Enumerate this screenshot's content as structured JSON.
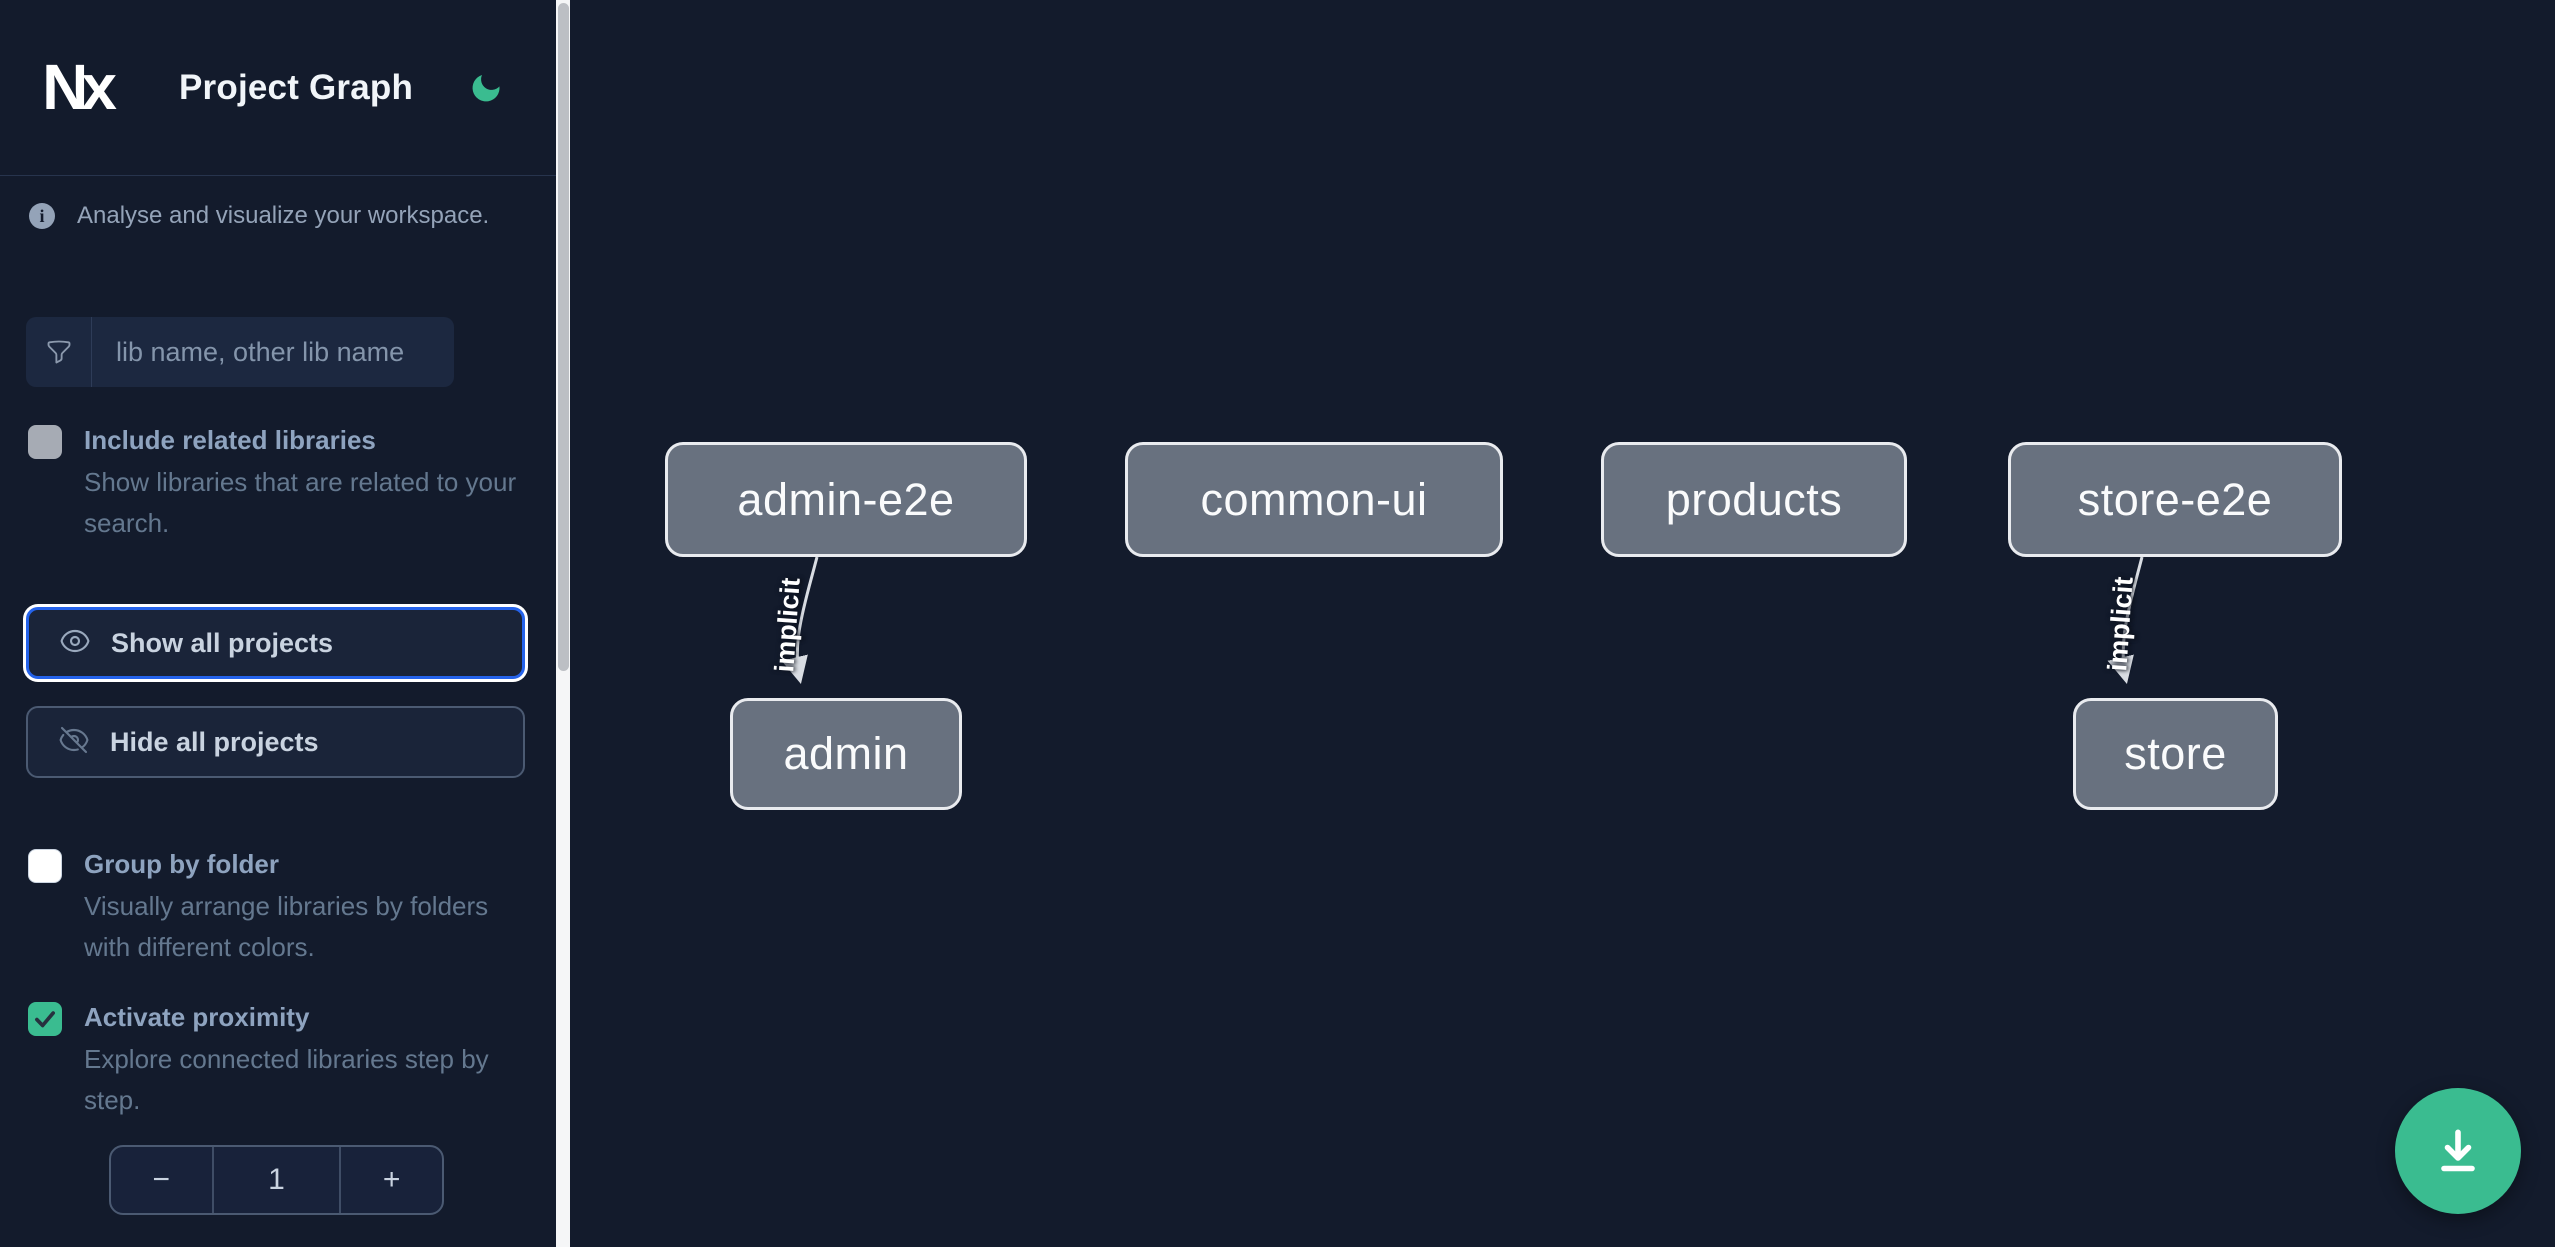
{
  "header": {
    "logo_text": "Nx",
    "title": "Project Graph"
  },
  "sidebar": {
    "subtitle": "Analyse and visualize your workspace.",
    "search": {
      "placeholder": "lib name, other lib name"
    },
    "options": [
      {
        "label": "Include related libraries",
        "description": "Show libraries that are related to your search.",
        "checked": false
      },
      {
        "label": "Group by folder",
        "description": "Visually arrange libraries by folders with different colors.",
        "checked": false
      },
      {
        "label": "Activate proximity",
        "description": "Explore connected libraries step by step.",
        "checked": true
      }
    ],
    "buttons": {
      "show_all": "Show all projects",
      "hide_all": "Hide all projects"
    },
    "stepper": {
      "decrement": "−",
      "value": "1",
      "increment": "+"
    }
  },
  "graph": {
    "nodes": [
      {
        "label": "admin-e2e"
      },
      {
        "label": "common-ui"
      },
      {
        "label": "products"
      },
      {
        "label": "store-e2e"
      },
      {
        "label": "admin"
      },
      {
        "label": "store"
      }
    ],
    "edges": [
      {
        "from": "admin-e2e",
        "to": "admin",
        "label": "implicit"
      },
      {
        "from": "store-e2e",
        "to": "store",
        "label": "implicit"
      }
    ]
  },
  "colors": {
    "accent_green": "#3abc90",
    "focus_blue": "#2563eb",
    "node_fill": "#68717f",
    "background": "#131b2c"
  }
}
